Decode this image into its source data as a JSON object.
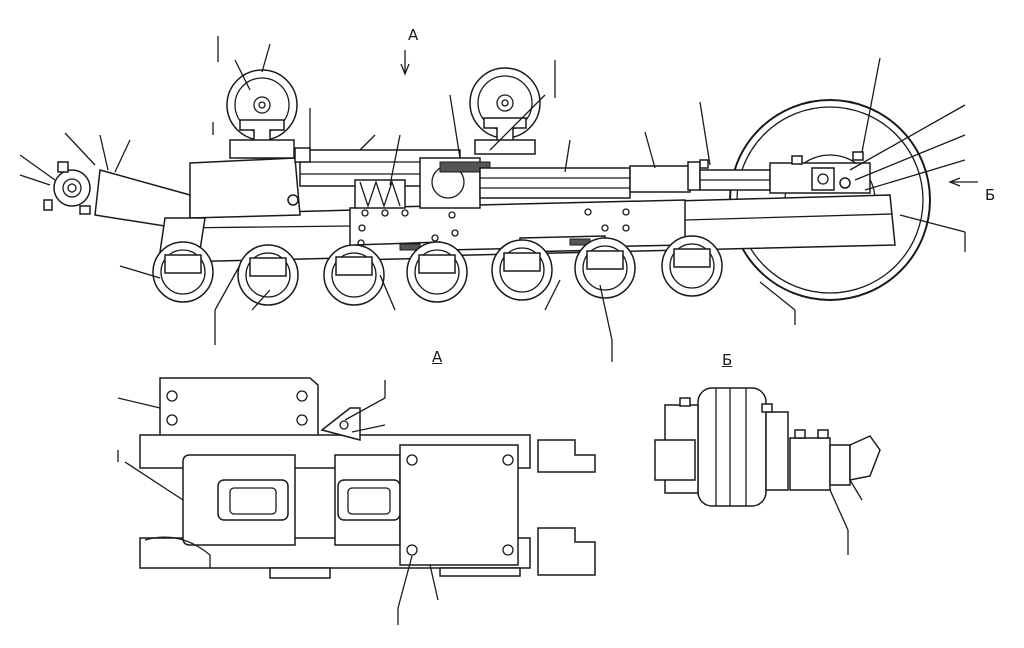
{
  "labels": {
    "view_a_arrow": "А",
    "view_b_arrow": "Б",
    "view_a_title": "А",
    "view_b_title": "Б"
  },
  "colors": {
    "ink": "#1a1a1a",
    "paper": "#ffffff"
  }
}
